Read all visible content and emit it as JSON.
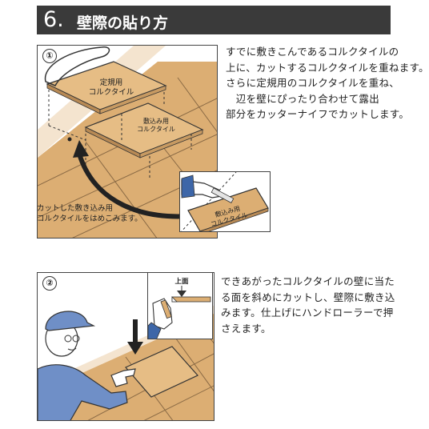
{
  "header": {
    "number": "6.",
    "title": "壁際の貼り方"
  },
  "step1": {
    "badge": "①",
    "label_standard": [
      "定規用",
      "コルクタイル"
    ],
    "label_laid": [
      "敷込み用",
      "コルクタイル"
    ],
    "label_inset": [
      "敷込み用",
      "コルクタイル"
    ],
    "caption": [
      "カットした敷き込み用",
      "コルクタイルをはめこみます。"
    ],
    "text": [
      "すでに敷きこんであるコルクタイルの",
      "上に、カットするコルクタイルを重ねます。",
      "さらに定規用のコルクタイルを重ね、",
      "　辺を壁にぴったり合わせて露出",
      "部分をカッターナイフでカットします。"
    ]
  },
  "step2": {
    "badge": "②",
    "inset_label": "上面",
    "text": [
      "できあがったコルクタイルの壁に当た",
      "る面を斜めにカットし、壁際に敷き込",
      "みます。仕上げにハンドローラーで押",
      "さえます。"
    ]
  },
  "colors": {
    "header_bg": "#3a3a3a",
    "cork": "#dcae73",
    "cork_light": "#e8c597",
    "floor_line": "#8a6a45"
  }
}
